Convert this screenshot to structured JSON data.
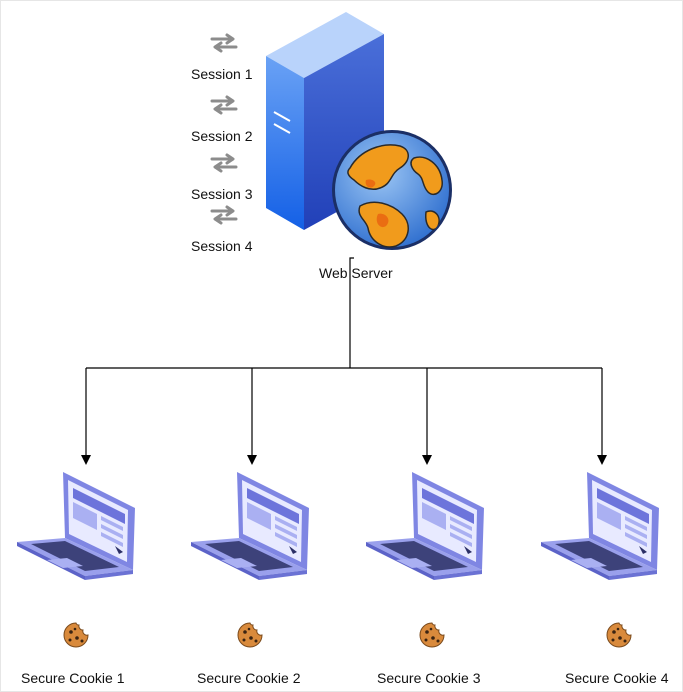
{
  "diagram": {
    "sessions": [
      {
        "label": "Session 1"
      },
      {
        "label": "Session 2"
      },
      {
        "label": "Session 3"
      },
      {
        "label": "Session 4"
      }
    ],
    "server": {
      "label": "Web Server"
    },
    "clients": [
      {
        "label": "Secure Cookie 1"
      },
      {
        "label": "Secure Cookie 2"
      },
      {
        "label": "Secure Cookie 3"
      },
      {
        "label": "Secure Cookie 4"
      }
    ],
    "icons": {
      "session": "exchange-arrows-icon",
      "server": "server-tower-icon",
      "globe": "globe-icon",
      "client": "laptop-icon",
      "cookie": "cookie-icon"
    },
    "colors": {
      "server_front": "#1e6fe8",
      "server_side": "#2b56c9",
      "server_top": "#9cc0f7",
      "globe_ocean": "#3a7fd8",
      "globe_land": "#f2a21a",
      "laptop": "#8f95e8",
      "laptop_screen": "#e9ebff",
      "cookie": "#d98a3c",
      "connector": "#000000"
    }
  }
}
